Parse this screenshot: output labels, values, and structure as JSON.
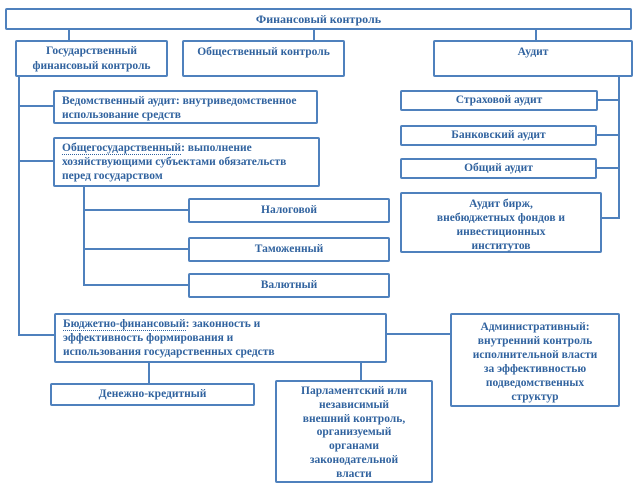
{
  "diagram": {
    "title": "Финансовый контроль",
    "colors": {
      "border": "#4f81bd",
      "text": "#31639f",
      "background": "#ffffff"
    },
    "boxes": {
      "top": {
        "text": "Финансовый контроль"
      },
      "gos": {
        "text": "Государственный\nфинансовый контроль"
      },
      "obsh": {
        "text": "Общественный контроль"
      },
      "audit": {
        "text": "Аудит"
      },
      "vedom": {
        "text": "Ведомственный аудит: внутриведомственное\nиспользование средств"
      },
      "obshegos": {
        "lead": "Общегосударственный",
        "rest": ": выполнение\nхозяйствующими субъектами обязательств\nперед государством"
      },
      "nalog": {
        "text": "Налоговой"
      },
      "tamozh": {
        "text": "Таможенный"
      },
      "valyut": {
        "text": "Валютный"
      },
      "strah": {
        "text": "Страховой аудит"
      },
      "bank": {
        "text": "Банковский аудит"
      },
      "common": {
        "text": "Общий аудит"
      },
      "birzh": {
        "text": "Аудит бирж,\nвнебюджетных фондов и\nинвестиционных\nинститутов"
      },
      "byudzh": {
        "lead": "Бюджетно-финансовый",
        "rest": ": законность и\nэффективность формирования и\nиспользования государственных средств"
      },
      "denezh": {
        "text": "Денежно-кредитный"
      },
      "parlam": {
        "text": "Парламентский или\nнезависимый\nвнешний контроль,\nорганизуемый\nорганами\nзаконодательной\nвласти"
      },
      "admin": {
        "text": "Административный:\nвнутренний контроль\nисполнительной власти\nза эффективностью\nподведомственных\nструктур"
      }
    }
  }
}
